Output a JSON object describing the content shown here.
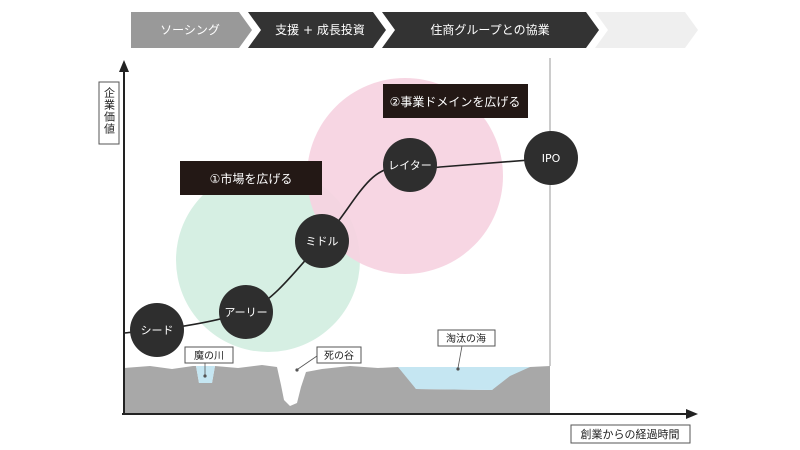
{
  "phases": [
    {
      "label": "ソーシング"
    },
    {
      "label": "支援 + 成長投資"
    },
    {
      "label": "住商グループとの協業"
    },
    {
      "label": ""
    }
  ],
  "axes": {
    "y_label": "企業価値",
    "x_label": "創業からの経過時間"
  },
  "regions": [
    {
      "label": "①市場を広げる",
      "color": "#d6efe3"
    },
    {
      "label": "②事業ドメインを広げる",
      "color": "#f6d3e1"
    }
  ],
  "stages": [
    {
      "label": "シード"
    },
    {
      "label": "アーリー"
    },
    {
      "label": "ミドル"
    },
    {
      "label": "レイター"
    },
    {
      "label": "IPO"
    }
  ],
  "terrain": {
    "color": "#a8a8a8",
    "water_color": "#c5e6f2",
    "callouts": [
      {
        "label": "魔の川"
      },
      {
        "label": "死の谷"
      },
      {
        "label": "淘汰の海"
      }
    ]
  },
  "colors": {
    "node_fill": "#2e2e2e",
    "banner_fill": "#231815",
    "phase_dark": "#333333",
    "phase_light": "#999999"
  }
}
